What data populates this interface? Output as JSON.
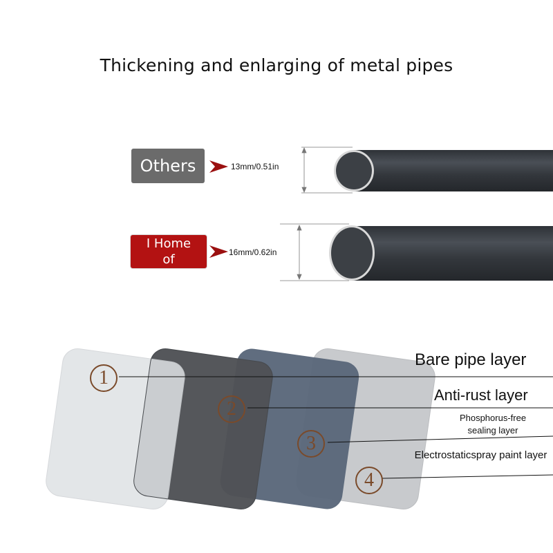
{
  "title": "Thickening and enlarging of metal pipes",
  "comparison": {
    "others": {
      "label": "Others",
      "diameter": "13mm/0.51in"
    },
    "ours": {
      "label_line1": "I Home",
      "label_line2": "of",
      "diameter": "16mm/0.62in"
    }
  },
  "layers": [
    {
      "number": "1",
      "label": "Bare pipe layer"
    },
    {
      "number": "2",
      "label": "Anti-rust layer"
    },
    {
      "number": "3",
      "label": "Phosphorus-free sealing layer"
    },
    {
      "number": "4",
      "label": "Electrostaticspray paint layer"
    }
  ],
  "colors": {
    "others_label": "#6b6b6b",
    "ours_label": "#b31212",
    "pipe": "#3b3f44",
    "arrow": "#9b1010",
    "number_ring": "#7a4a2a"
  }
}
